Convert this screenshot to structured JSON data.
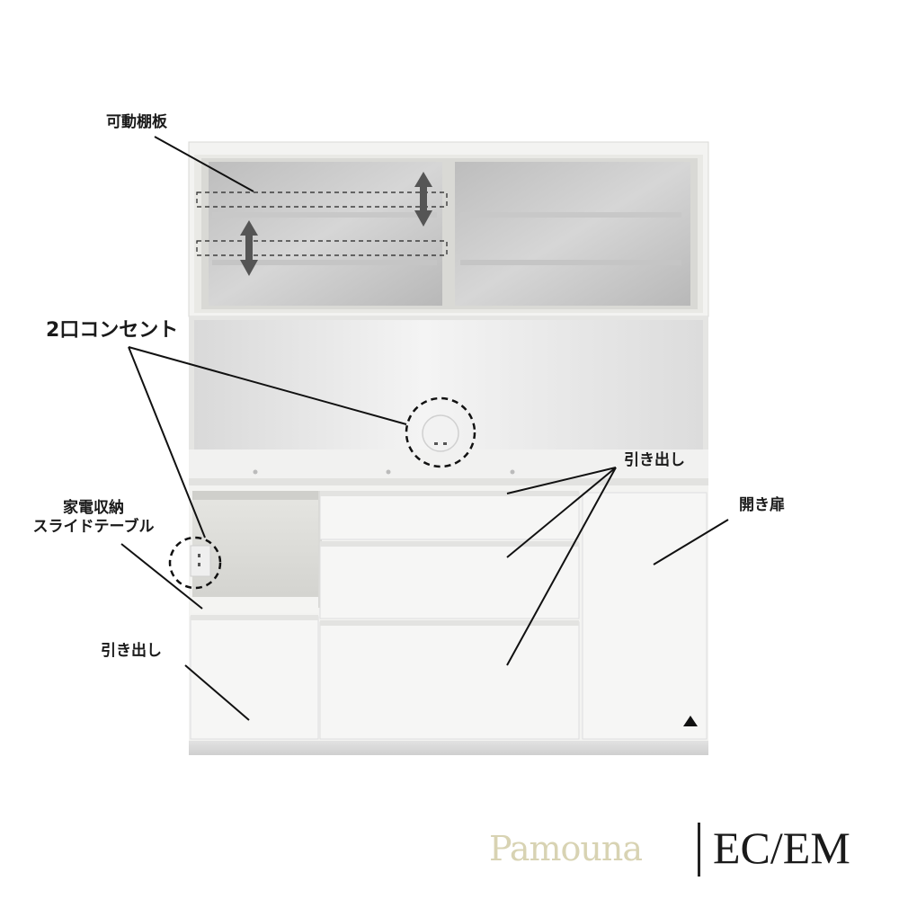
{
  "labels": {
    "movable_shelf": "可動棚板",
    "outlet": "2口コンセント",
    "drawers_right": "引き出し",
    "appliance_table_line1": "家電収納",
    "appliance_table_line2": "スライドテーブル",
    "swing_door": "開き扉",
    "drawer_left": "引き出し"
  },
  "brand": {
    "name": "Pamouna",
    "model": "EC/EM"
  },
  "colors": {
    "cabinet_white": "#f7f7f5",
    "glass": "#c9c9c9",
    "line": "#1a1a1a",
    "brand_name": "#d8d3b3"
  }
}
